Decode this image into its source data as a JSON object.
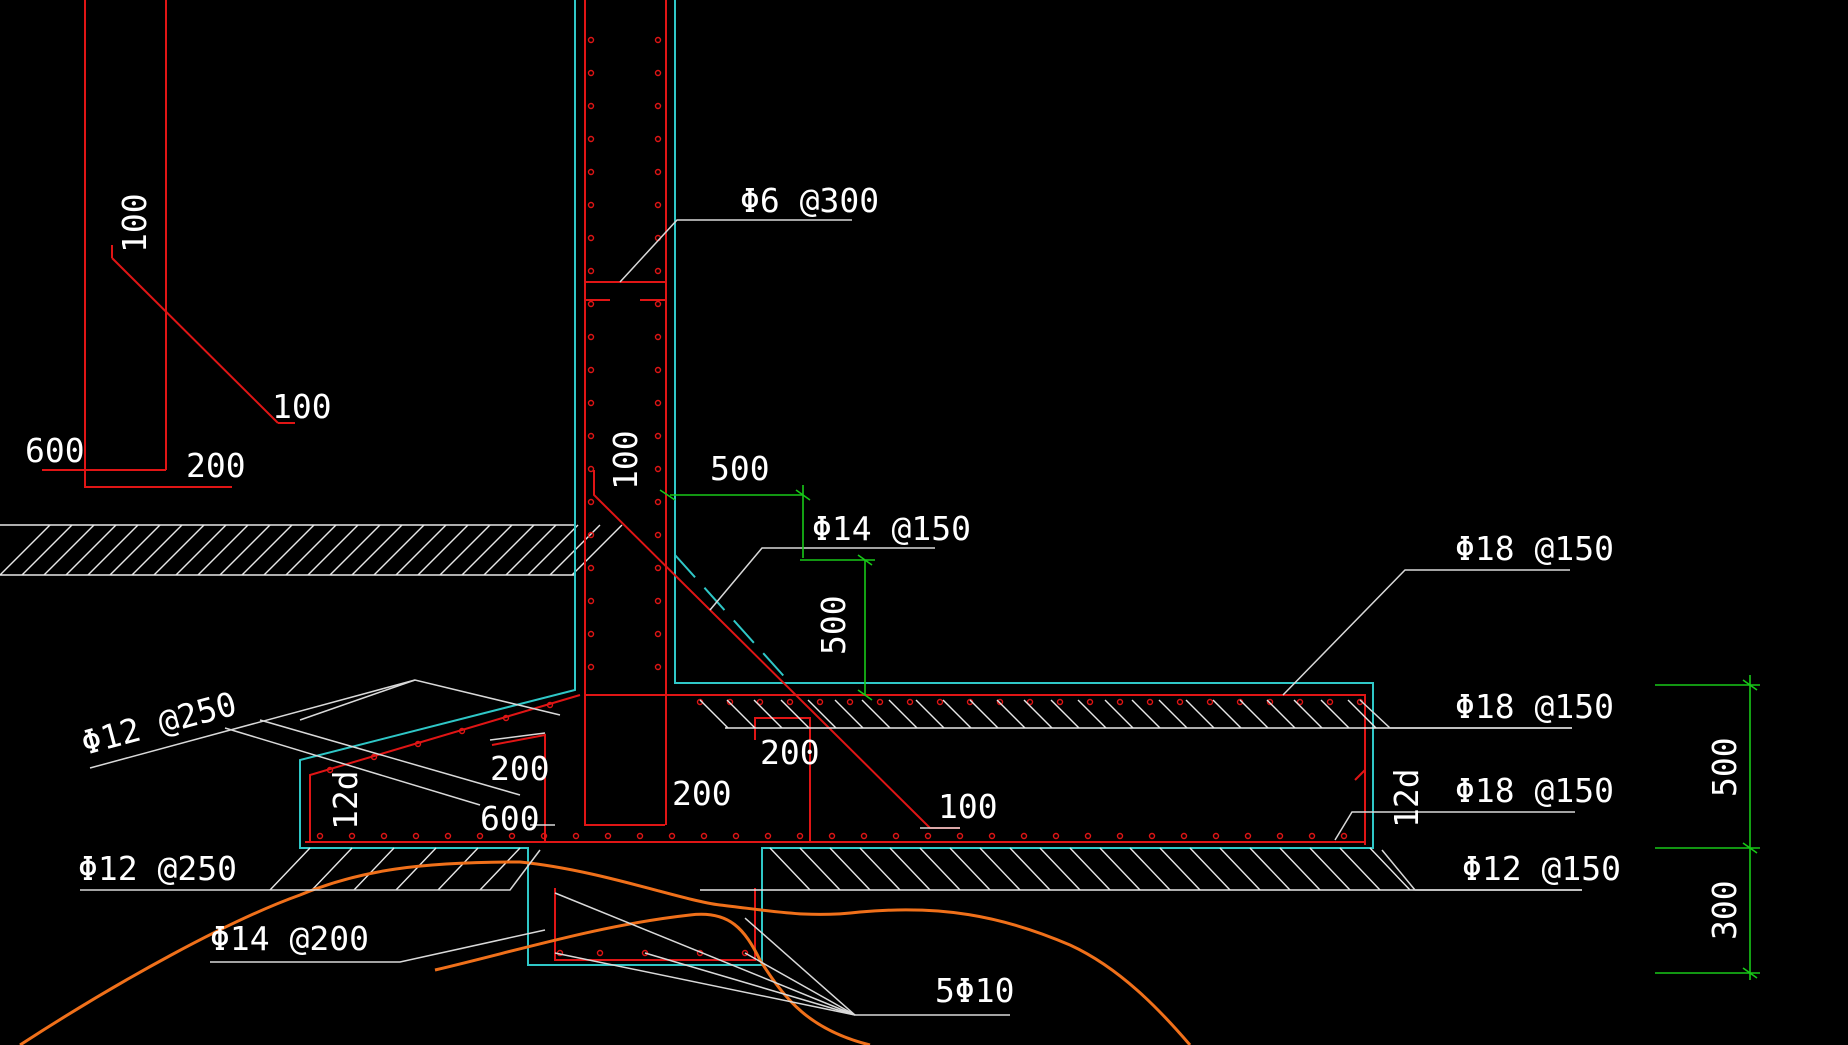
{
  "labels": {
    "top_stirrup": "Φ6 @300",
    "wall_vertical_100": "100",
    "left_100_vertical": "100",
    "left_100_diag": "100",
    "left_600": "600",
    "left_200": "200",
    "dim_500_h": "500",
    "dim_500_v": "500",
    "haunch_bar": "Φ14 @150",
    "top_slab_upper": "Φ18 @150",
    "top_slab_lower": "Φ18 @150",
    "bottom_slab_inner": "Φ18 @150",
    "bottom_slab_outer": "Φ12 @150",
    "left_ext_top": "Φ12 @250",
    "left_ext_bottom": "Φ12 @250",
    "left_12d": "12d",
    "right_12d": "12d",
    "dim_200_a": "200",
    "dim_200_b": "200",
    "dim_200_c": "200",
    "dim_600": "600",
    "dim_100_bottom": "100",
    "pit_bar": "Φ14 @200",
    "pit_bars": "5Φ10",
    "thk_500": "500",
    "thk_300": "300"
  },
  "colors": {
    "background": "#000000",
    "concrete_outline": "#2fc7c7",
    "rebar": "#e01515",
    "leader": "#d9d9d9",
    "dimension": "#18c818",
    "soil_curve": "#f0701a"
  }
}
